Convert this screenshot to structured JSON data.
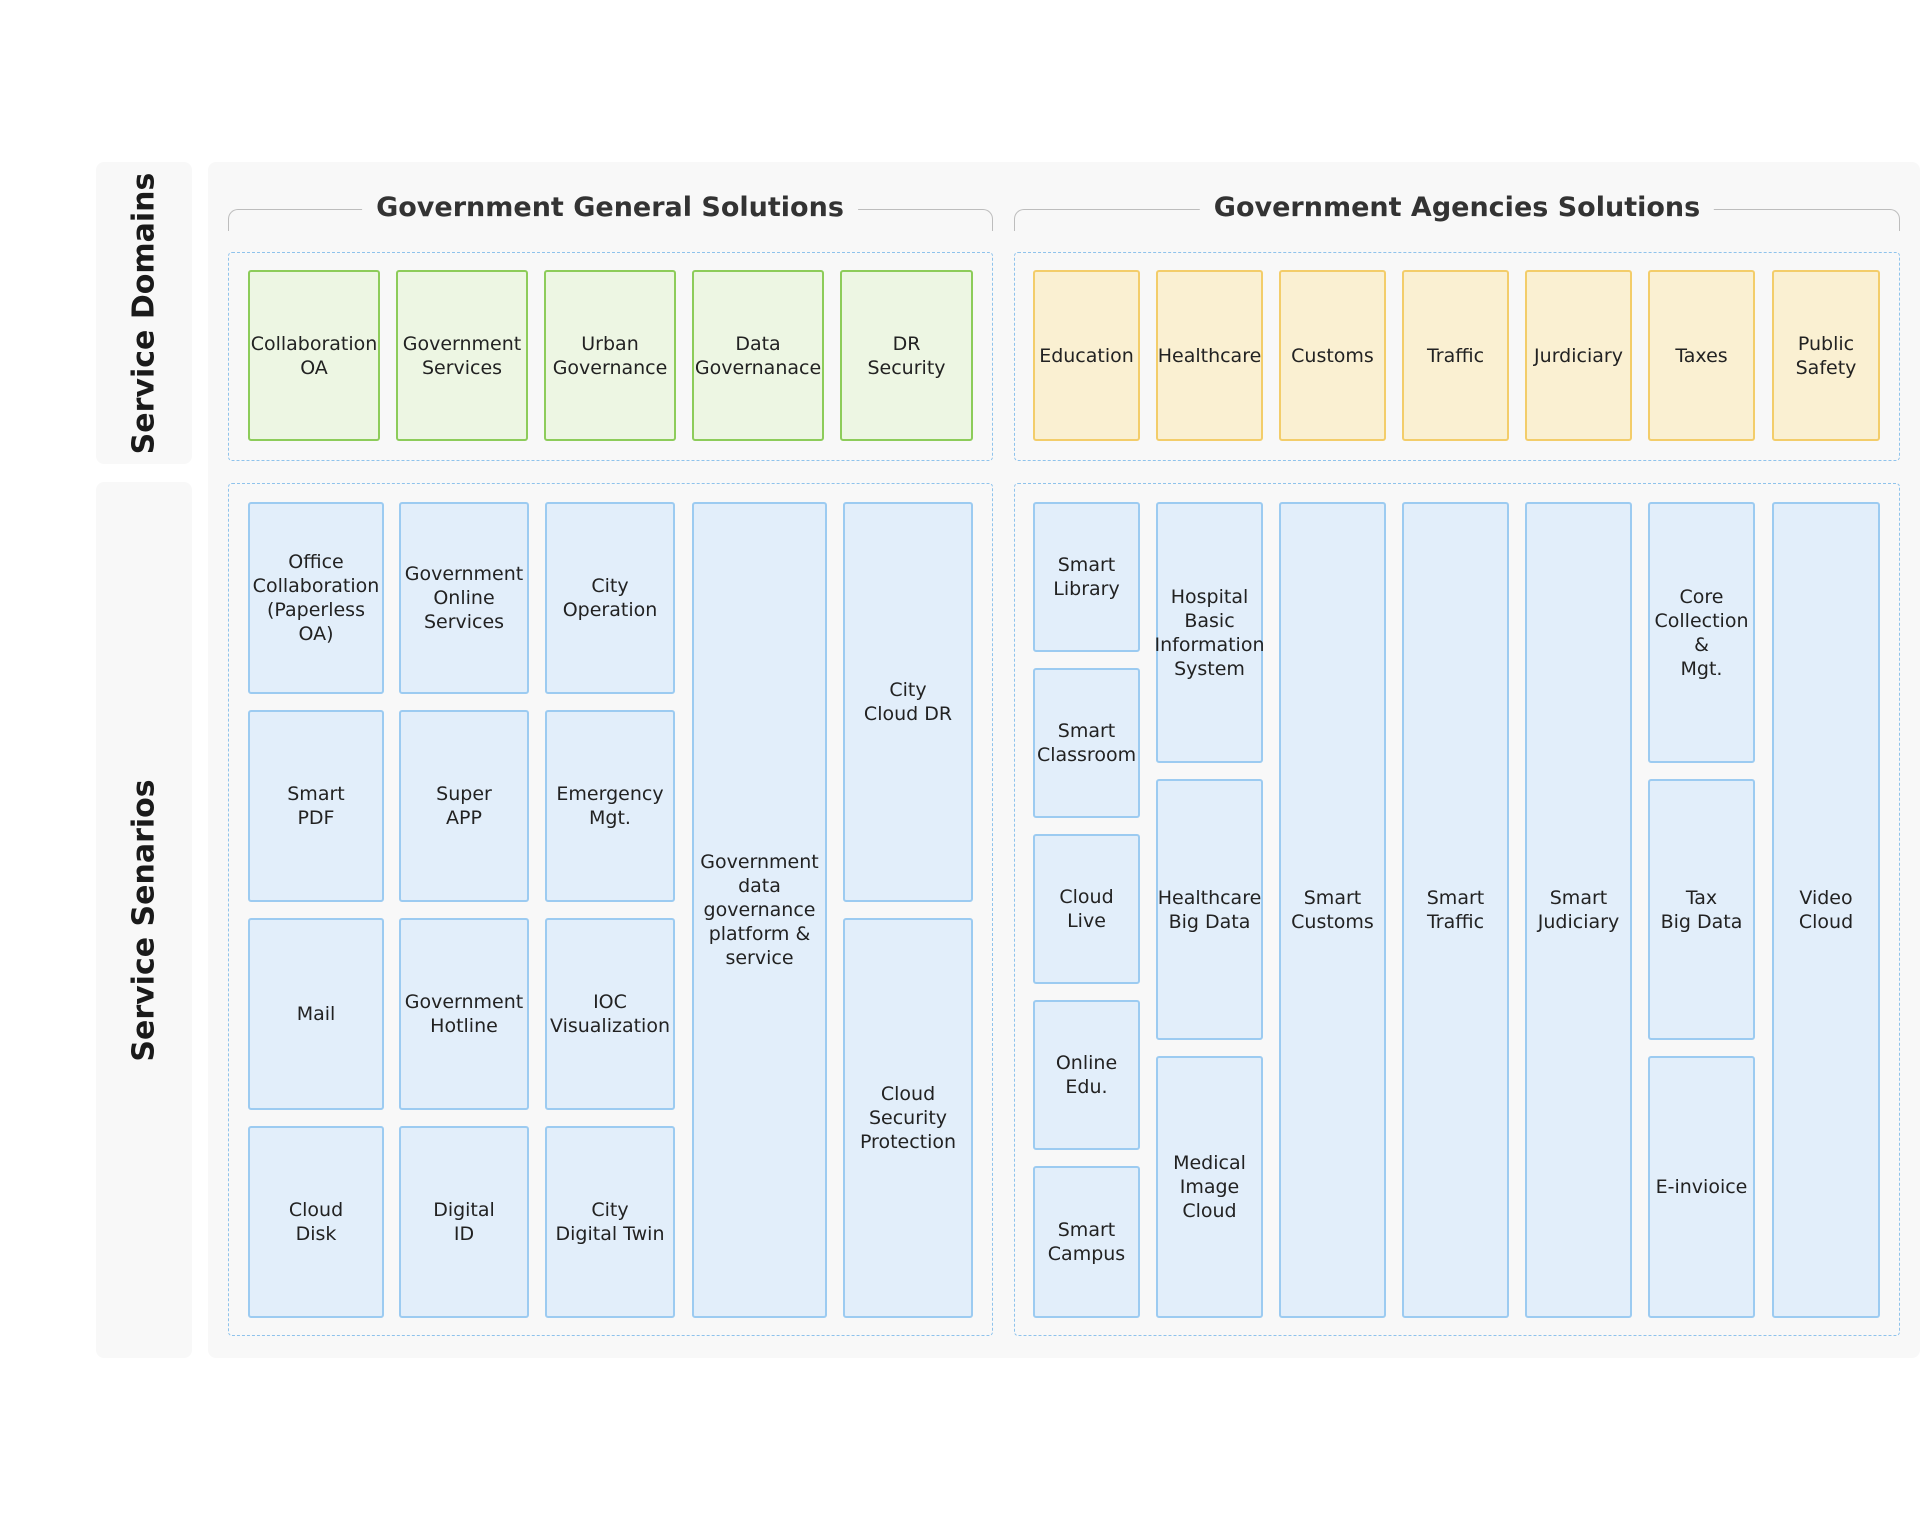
{
  "side_labels": {
    "domains": "Service Domains",
    "scenarios": "Service Senarios"
  },
  "groups": {
    "general": {
      "title": "Government General Solutions"
    },
    "agencies": {
      "title": "Government Agencies Solutions"
    }
  },
  "domains": {
    "general": [
      "Collaboration\nOA",
      "Government\nServices",
      "Urban\nGovernance",
      "Data\nGovernanace",
      "DR\nSecurity"
    ],
    "agencies": [
      "Education",
      "Healthcare",
      "Customs",
      "Traffic",
      "Jurdiciary",
      "Taxes",
      "Public Safety"
    ]
  },
  "scenarios": {
    "office_collab": "Office\nCollaboration\n(Paperless\nOA)",
    "smart_pdf": "Smart\nPDF",
    "mail": "Mail",
    "cloud_disk": "Cloud\nDisk",
    "gov_online": "Government\nOnline\nServices",
    "super_app": "Super\nAPP",
    "gov_hotline": "Government\nHotline",
    "digital_id": "Digital\nID",
    "city_operation": "City\nOperation",
    "emergency": "Emergency\nMgt.",
    "ioc": "IOC\nVisualization",
    "digital_twin": "City\nDigital Twin",
    "data_platform": "Government\ndata\ngovernance\nplatform &\nservice",
    "city_cloud_dr": "City\nCloud DR",
    "cloud_security": "Cloud\nSecurity\nProtection",
    "smart_library": "Smart\nLibrary",
    "smart_classroom": "Smart\nClassroom",
    "cloud_live": "Cloud\nLive",
    "online_edu": "Online\nEdu.",
    "smart_campus": "Smart\nCampus",
    "hospital_his": "Hospital\nBasic\nInformation\nSystem",
    "healthcare_bigdata": "Healthcare\nBig Data",
    "medical_image": "Medical\nImage\nCloud",
    "smart_customs": "Smart\nCustoms",
    "smart_traffic": "Smart\nTraffic",
    "smart_judiciary": "Smart\nJudiciary",
    "core_collection": "Core\nCollection\n&\nMgt.",
    "tax_bigdata": "Tax\nBig Data",
    "einvoice": "E-invioice",
    "video_cloud": "Video\nCloud"
  }
}
